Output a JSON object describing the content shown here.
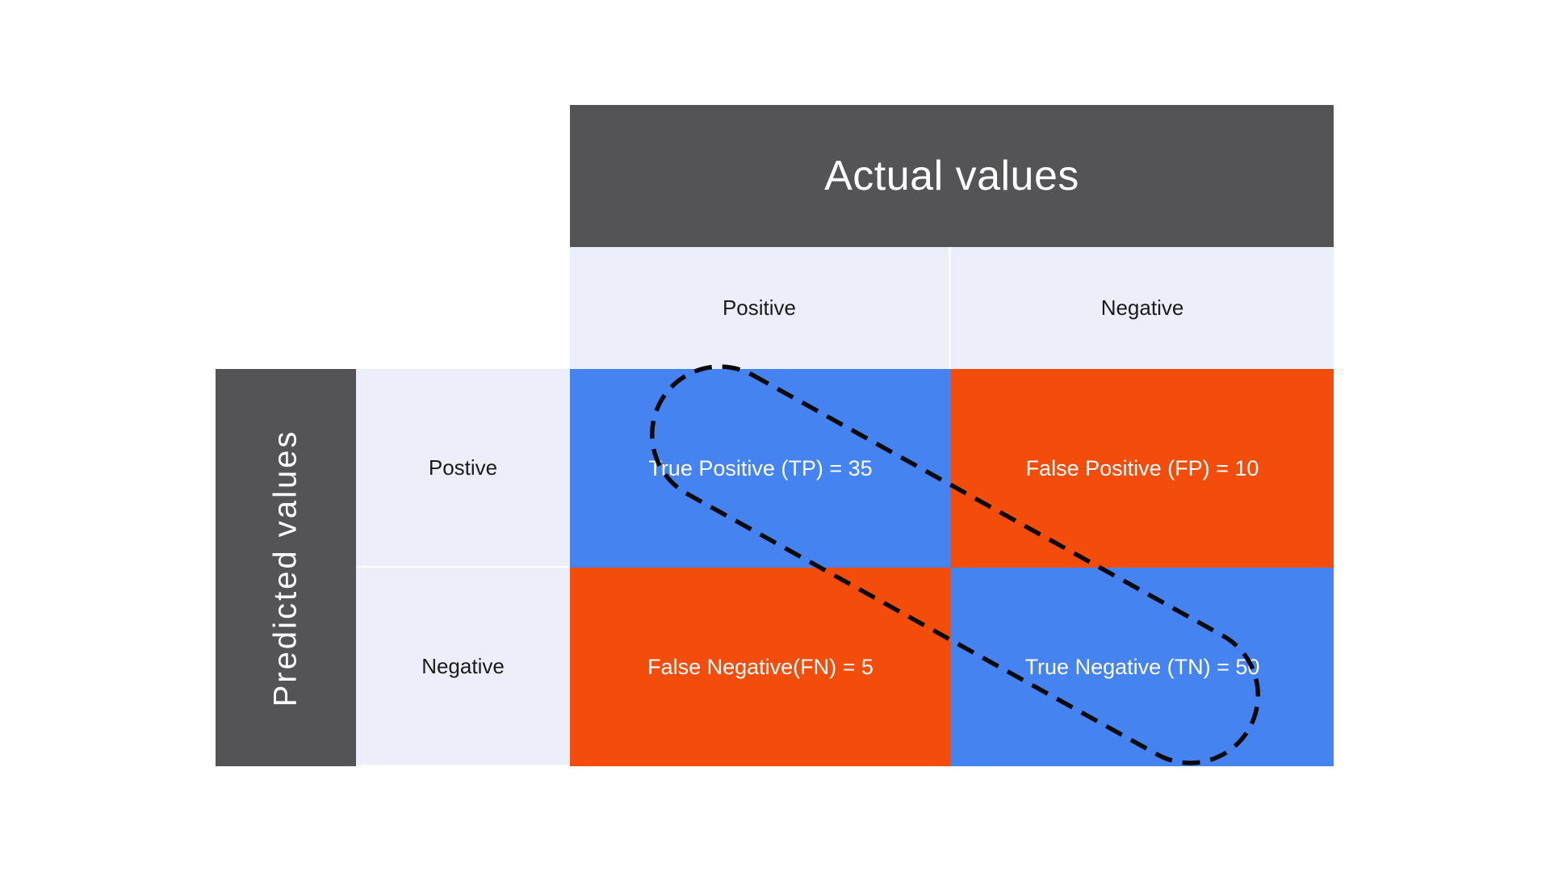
{
  "matrix": {
    "top_header": "Actual values",
    "side_header": "Predicted values",
    "col_headers": [
      "Positive",
      "Negative"
    ],
    "row_headers": [
      "Postive",
      "Negative"
    ],
    "cells": [
      {
        "id": "true-positive",
        "label": "True Positive (TP) = 35",
        "abbr": "TP",
        "value": 35,
        "color_role": "blue"
      },
      {
        "id": "false-positive",
        "label": "False Positive (FP) = 10",
        "abbr": "FP",
        "value": 10,
        "color_role": "orange"
      },
      {
        "id": "false-negative",
        "label": "False Negative(FN) = 5",
        "abbr": "FN",
        "value": 5,
        "color_role": "orange"
      },
      {
        "id": "true-negative",
        "label": "True Negative (TN) = 50",
        "abbr": "TN",
        "value": 50,
        "color_role": "blue"
      }
    ],
    "highlight": "dashed capsule outline over the TP-to-TN diagonal"
  },
  "colors": {
    "dark": "#545456",
    "lavender": "#ECEFF9",
    "blue": "#4583F1",
    "orange": "#F44D0B",
    "cell_text": "#ffffff",
    "label_text": "#1b1b1b",
    "highlight_stroke": "#0a0a0a"
  },
  "chart_data": {
    "type": "heatmap",
    "x_axis_label": "Actual values",
    "y_axis_label": "Predicted values",
    "x_categories": [
      "Positive",
      "Negative"
    ],
    "y_categories": [
      "Postive",
      "Negative"
    ],
    "values": [
      [
        35,
        10
      ],
      [
        5,
        50
      ]
    ],
    "cell_labels": [
      [
        "True Positive (TP) = 35",
        "False Positive (FP) = 10"
      ],
      [
        "False Negative(FN) = 5",
        "True Negative (TN) = 50"
      ]
    ],
    "annotations": "black dashed rounded outline circling the main diagonal (TP and TN cells)"
  }
}
